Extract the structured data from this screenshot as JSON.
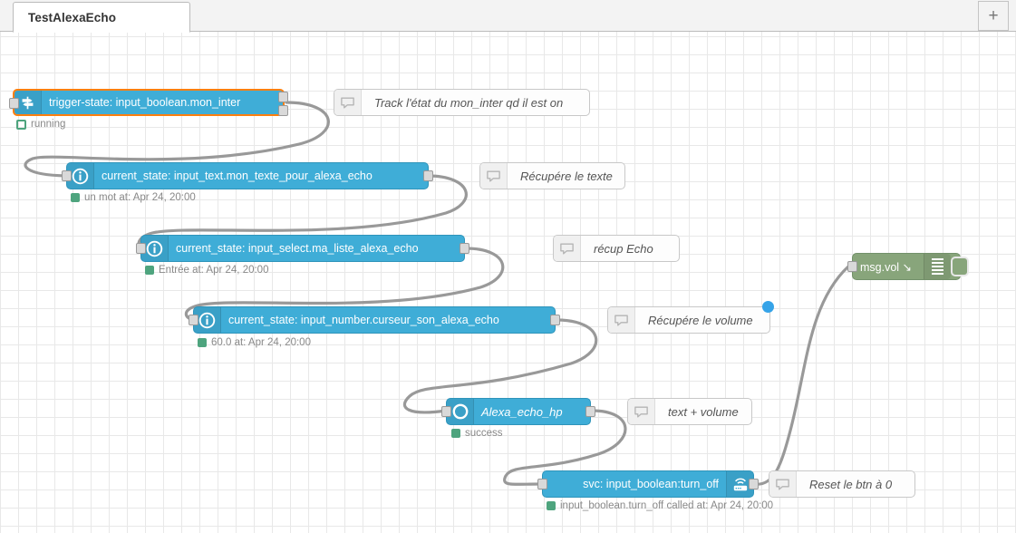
{
  "window": {
    "app": "Node-RED flow editor"
  },
  "tabbar": {
    "tabs": [
      {
        "label": "TestAlexaEcho",
        "active": true
      }
    ],
    "add_tab_label": "+",
    "add_tab_icon": "plus-icon"
  },
  "canvas": {
    "grid": "20px",
    "background": "#ffffff",
    "gridline_color": "#e8e8e8"
  },
  "colors": {
    "node_blue": "#3fadd7",
    "node_green": "#88a57b",
    "selection_orange": "#ff7f0e",
    "status_green": "#4ea47e",
    "changed_blue": "#35a3e8",
    "wire": "#999999"
  },
  "nodes": [
    {
      "id": "trigger-state",
      "type": "trigger-state",
      "label": "trigger-state: input_boolean.mon_inter",
      "icon": "signpost-icon",
      "color": "#3fadd7",
      "selected": true,
      "inputs": 1,
      "outputs": 2,
      "status": {
        "text": "running",
        "dot": "ring",
        "color": "#4ea47e"
      }
    },
    {
      "id": "current-state-text",
      "type": "current-state",
      "label": "current_state: input_text.mon_texte_pour_alexa_echo",
      "icon": "info-circle-icon",
      "color": "#3fadd7",
      "selected": false,
      "inputs": 1,
      "outputs": 1,
      "status": {
        "text": "un mot at: Apr 24, 20:00",
        "dot": "filled",
        "color": "#4ea47e"
      }
    },
    {
      "id": "current-state-select",
      "type": "current-state",
      "label": "current_state: input_select.ma_liste_alexa_echo",
      "icon": "info-circle-icon",
      "color": "#3fadd7",
      "selected": false,
      "inputs": 1,
      "outputs": 1,
      "status": {
        "text": "Entrée at: Apr 24, 20:00",
        "dot": "filled",
        "color": "#4ea47e"
      }
    },
    {
      "id": "current-state-number",
      "type": "current-state",
      "label": "current_state: input_number.curseur_son_alexa_echo",
      "icon": "info-circle-icon",
      "color": "#3fadd7",
      "selected": false,
      "inputs": 1,
      "outputs": 1,
      "status": {
        "text": "60.0 at: Apr 24, 20:00",
        "dot": "filled",
        "color": "#4ea47e"
      }
    },
    {
      "id": "alexa-echo-hp",
      "type": "alexa",
      "label": "Alexa_echo_hp",
      "icon": "circle-ring-icon",
      "color": "#3fadd7",
      "selected": false,
      "inputs": 1,
      "outputs": 1,
      "status": {
        "text": "success",
        "dot": "filled",
        "color": "#4ea47e"
      }
    },
    {
      "id": "svc-turn-off",
      "type": "api-call-service",
      "label": "svc: input_boolean:turn_off",
      "icon": "router-wifi-icon",
      "icon_position": "right",
      "color": "#3fadd7",
      "selected": false,
      "inputs": 1,
      "outputs": 1,
      "status": {
        "text": "input_boolean.turn_off called at: Apr 24, 20:00",
        "dot": "filled",
        "color": "#4ea47e"
      }
    },
    {
      "id": "debug-msg-vol",
      "type": "debug",
      "label": "msg.vol ↘",
      "icon": "lines-icon",
      "color": "#88a57b",
      "selected": false,
      "inputs": 1,
      "outputs": 0,
      "button": {
        "name": "debug-toggle-button",
        "state": "enabled"
      }
    }
  ],
  "comments": [
    {
      "id": "comment-track",
      "label": "Track l'état du mon_inter qd il est on",
      "icon": "comment-icon",
      "changed": false
    },
    {
      "id": "comment-texte",
      "label": "Récupére le texte",
      "icon": "comment-icon",
      "changed": false
    },
    {
      "id": "comment-echo",
      "label": "récup Echo",
      "icon": "comment-icon",
      "changed": false
    },
    {
      "id": "comment-volume",
      "label": "Récupére le volume",
      "icon": "comment-icon",
      "changed": true
    },
    {
      "id": "comment-textvol",
      "label": "text + volume",
      "icon": "comment-icon",
      "changed": false
    },
    {
      "id": "comment-reset",
      "label": "Reset le btn à 0",
      "icon": "comment-icon",
      "changed": false
    }
  ]
}
